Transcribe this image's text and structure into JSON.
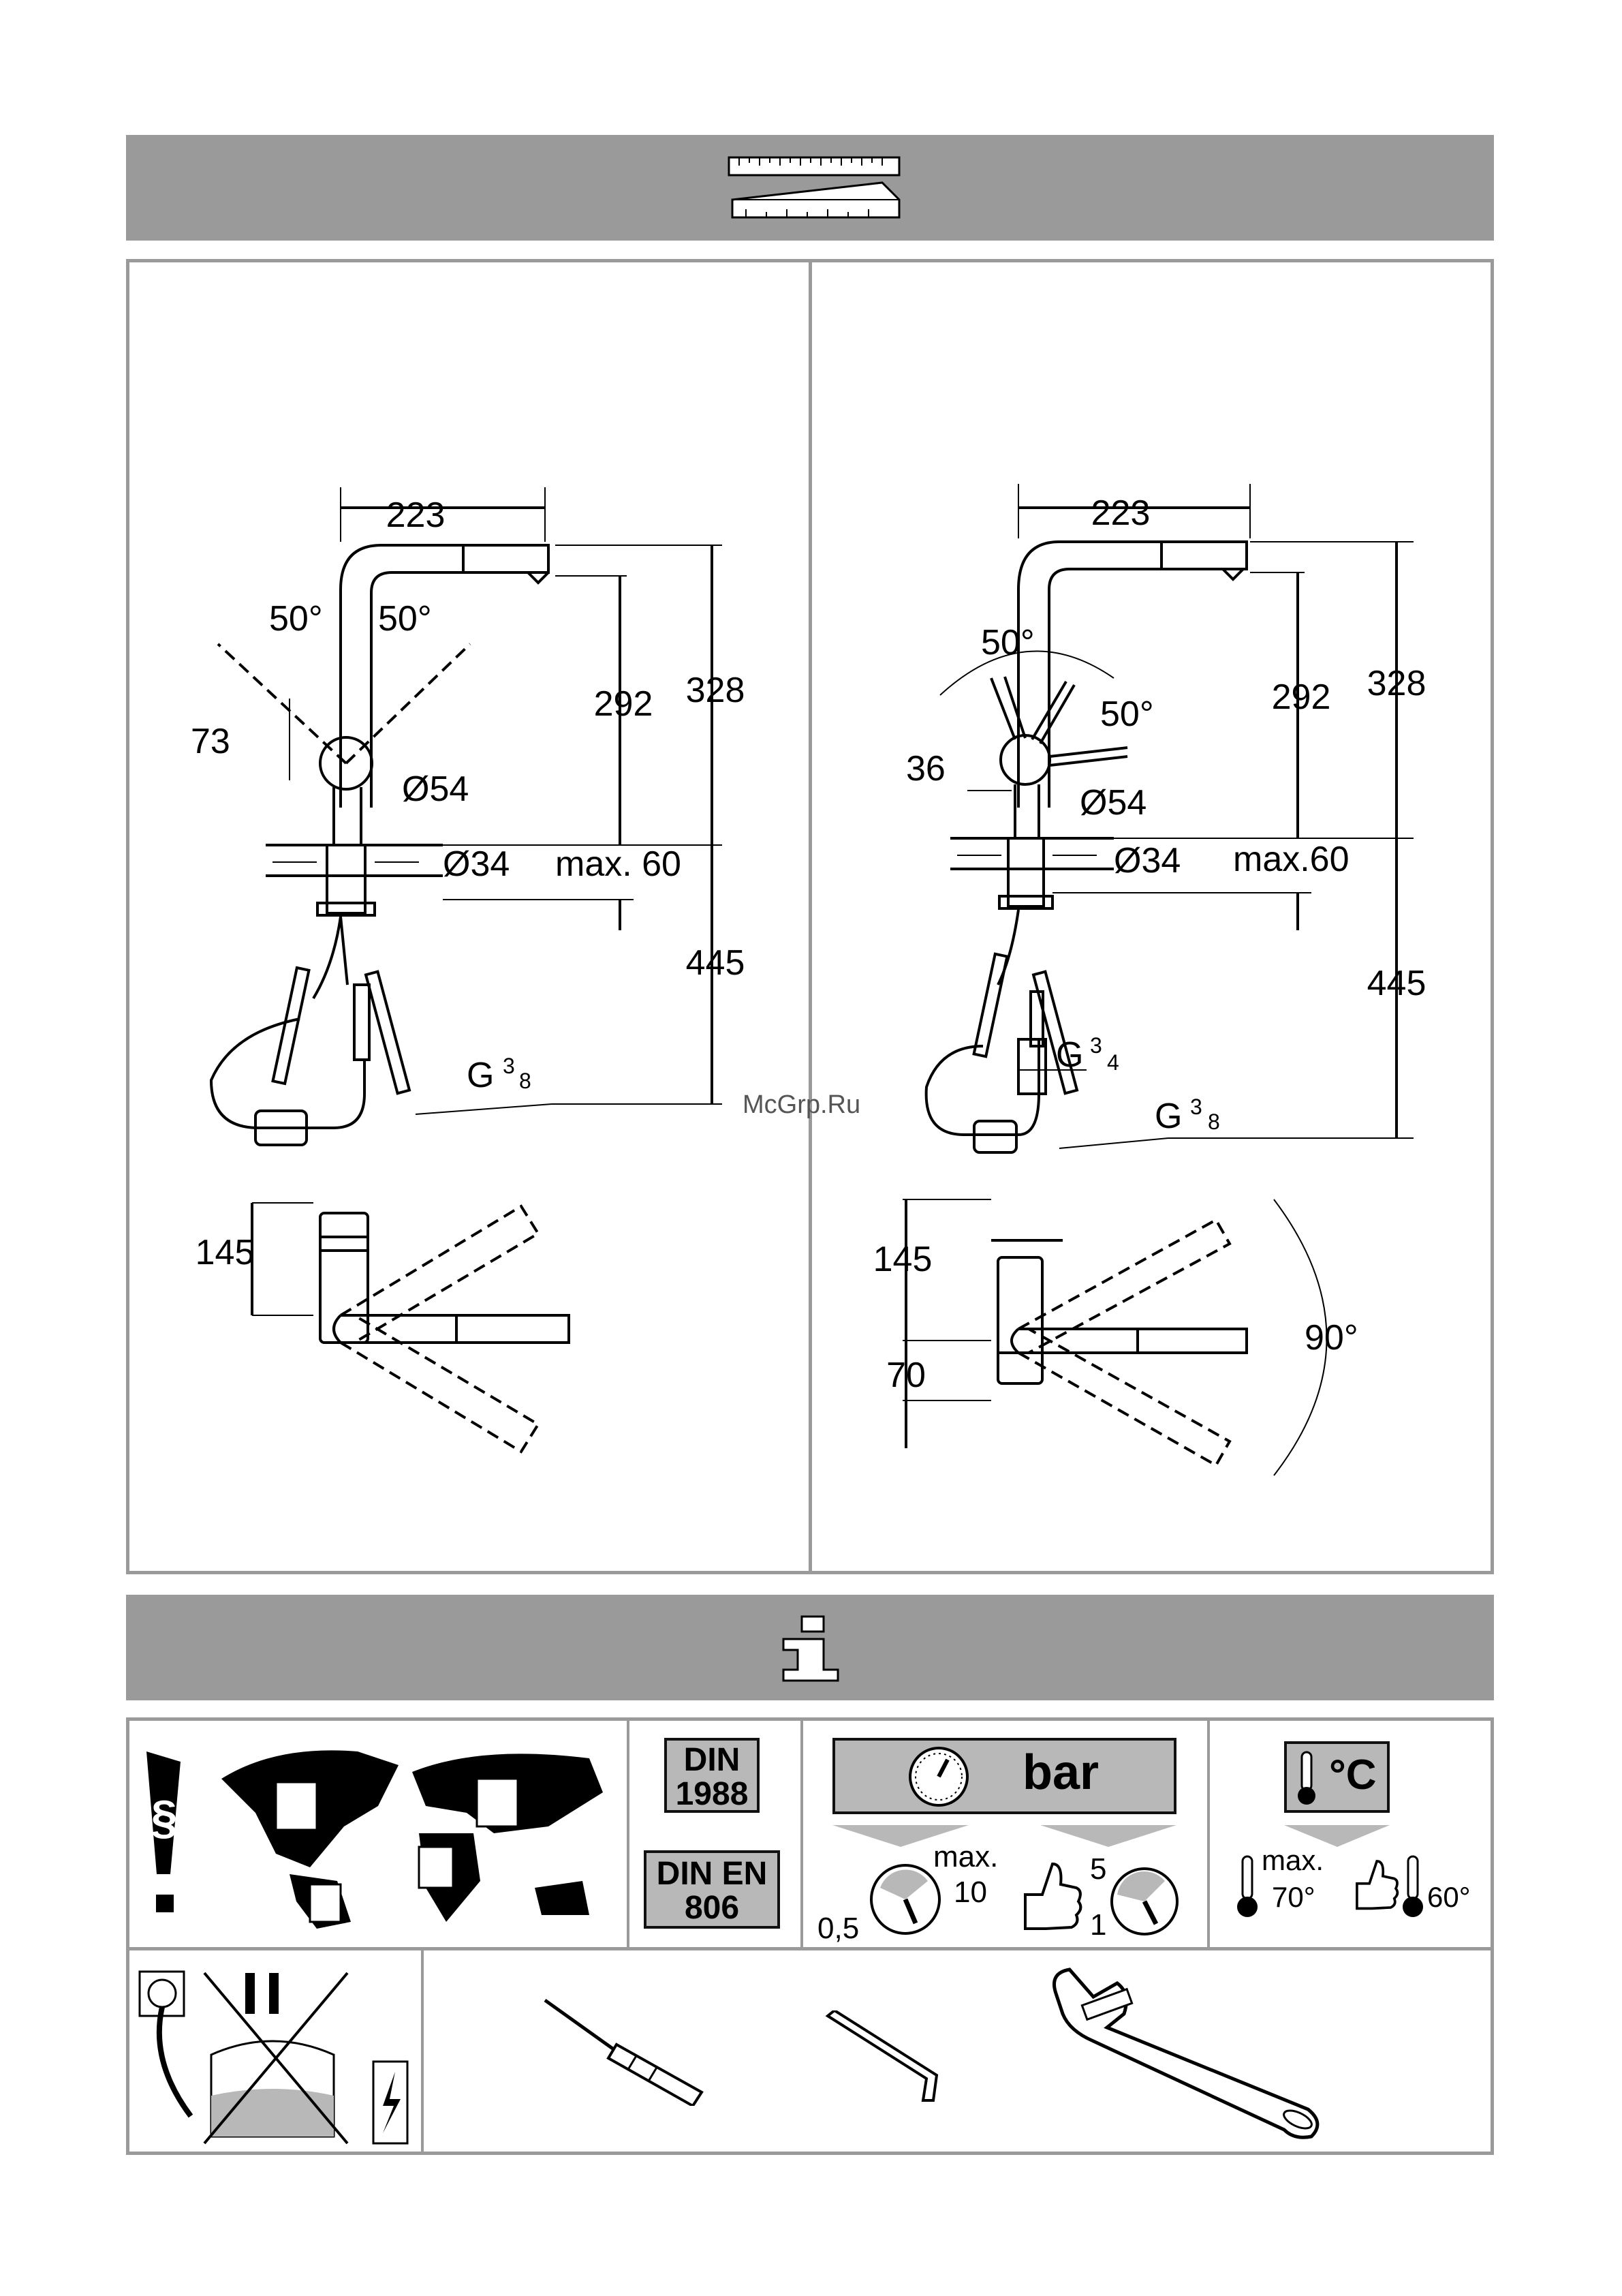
{
  "header": {
    "measure_icon": "folding-ruler-icon"
  },
  "info_header": {
    "info_icon": "info-icon"
  },
  "left_drawing": {
    "spout_reach": "223",
    "angle_left": "50°",
    "angle_right": "50°",
    "offset": "73",
    "body_diameter": "Ø54",
    "spout_height": "292",
    "total_height": "328",
    "hole_diameter": "Ø34",
    "max_thickness": "max. 60",
    "below_counter": "445",
    "thread": "G",
    "thread_num": "3",
    "thread_den": "8",
    "top_depth": "145"
  },
  "right_drawing": {
    "spout_reach": "223",
    "angle_top": "50°",
    "angle_lever": "50°",
    "offset": "36",
    "body_diameter": "Ø54",
    "spout_height": "292",
    "total_height": "328",
    "hole_diameter": "Ø34",
    "max_thickness": "max.60",
    "below_counter": "445",
    "thread_a": "G",
    "thread_a_num": "3",
    "thread_a_den": "4",
    "thread_b": "G",
    "thread_b_num": "3",
    "thread_b_den": "8",
    "top_depth": "145",
    "bottom_depth": "70",
    "swivel_angle": "90°"
  },
  "watermark": "McGrp.Ru",
  "info": {
    "paragraph_sign": "§",
    "din_1": "DIN 1988",
    "din_2": "DIN EN 806",
    "pressure_unit": "bar",
    "press_max_label": "max.",
    "press_max_value": "10",
    "press_min_value": "0,5",
    "press_rec_high": "5",
    "press_rec_low": "1",
    "temp_unit": "°C",
    "temp_max_label": "max.",
    "temp_max_value": "70°",
    "temp_rec_value": "60°"
  },
  "tools": [
    "screwdriver-icon",
    "allen-key-icon",
    "adjustable-wrench-icon"
  ],
  "safety_icons": [
    "no-electrical-power-icon",
    "electric-hazard-icon"
  ]
}
